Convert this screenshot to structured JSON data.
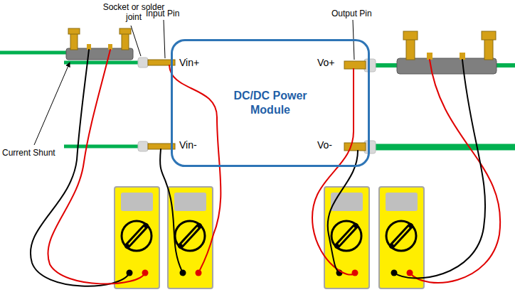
{
  "diagram": {
    "nodes": [
      {
        "text": [
          "DC/DC Power Module"
        ]
      }
    ],
    "labels": [
      "Vin+",
      "Vin-",
      "Vo+",
      "Vo-",
      "Socket or solder joint",
      "Input Pin",
      "Output Pin",
      "Current Shunt"
    ]
  }
}
